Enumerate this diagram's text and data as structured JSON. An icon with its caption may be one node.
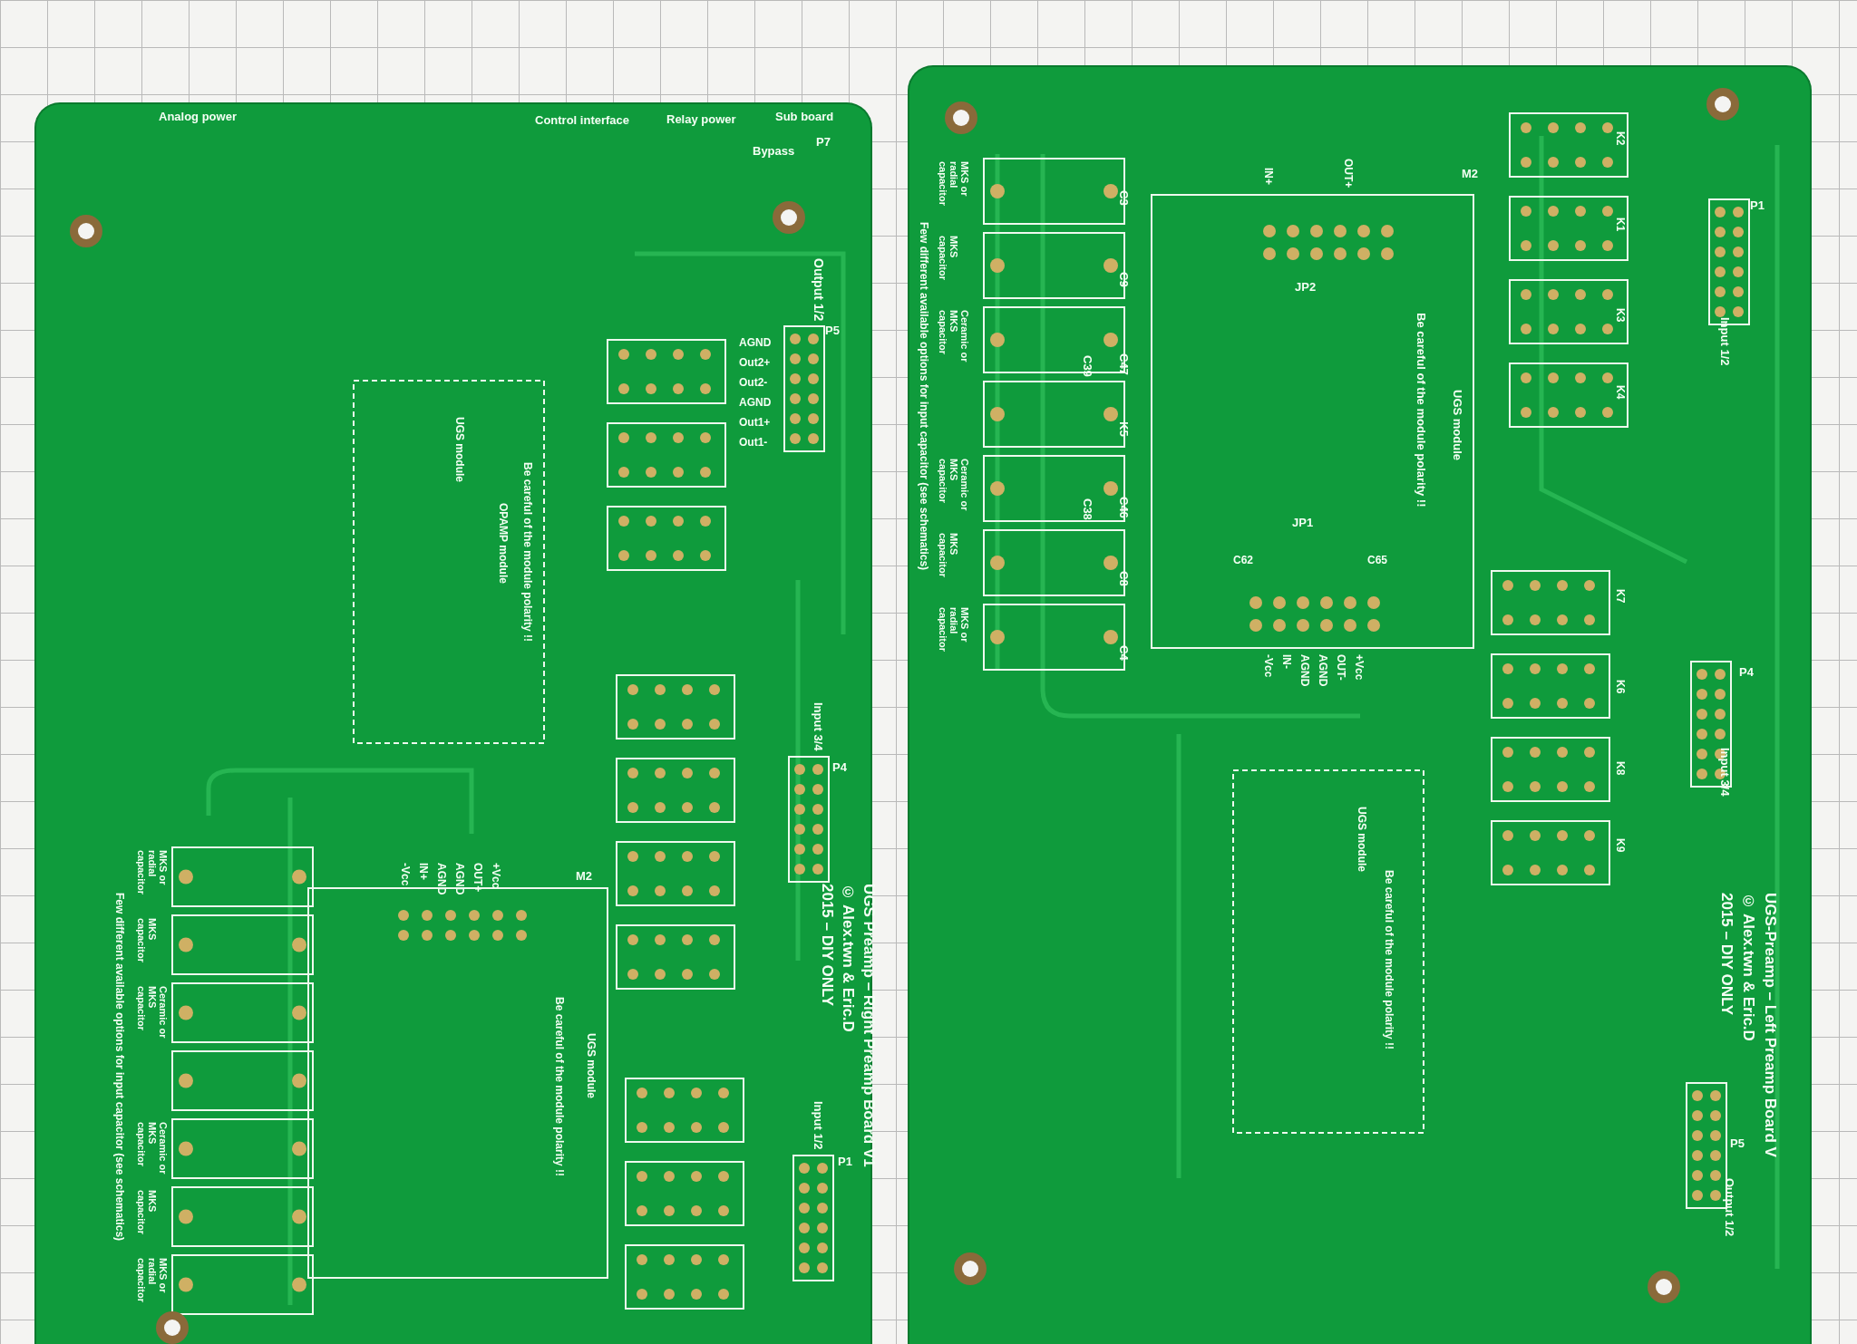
{
  "diagram": {
    "labels": [
      "Analog power",
      "Relay power",
      "Control interface",
      "Sub board",
      "Bypass",
      "P7",
      "Output 1/2",
      "P5",
      "AGND",
      "Out2+",
      "Out2-",
      "AGND",
      "Out1+",
      "Out1-",
      "OPAMP module",
      "Be careful of the module polarity !!",
      "UGS module",
      "Input 3/4",
      "P4",
      "Input 1/2",
      "P1",
      "UGS Preamp – Right Preamp Board V1",
      "© Alex.twn & Eric.D",
      "2015 – DIY ONLY",
      "M2",
      "+Vcc",
      "OUT+",
      "AGND",
      "AGND",
      "IN+",
      "-Vcc",
      "UGS module",
      "Be careful of the module polarity !!",
      "MKS or radial capacitor",
      "MKS capacitor",
      "Ceramic or MKS capacitor",
      "Ceramic or MKS capacitor",
      "MKS capacitor",
      "MKS or radial capacitor",
      "Few different available options for input capacitor (see schematics)",
      "M2",
      "IN+",
      "OUT+",
      "JP2",
      "UGS module",
      "Be careful of the module polarity !!",
      "JP1",
      "C62",
      "C65",
      "+Vcc",
      "OUT-",
      "AGND",
      "AGND",
      "IN-",
      "-Vcc",
      "MKS or radial capacitor",
      "MKS capacitor",
      "Ceramic or MKS capacitor",
      "Ceramic or MKS capacitor",
      "MKS capacitor",
      "MKS or radial capacitor",
      "Few different available options for input capacitor (see schematics)",
      "P1",
      "Input 1/2",
      "P4",
      "Input 3/4",
      "UGS module",
      "Be careful of the module polarity !!",
      "UGS-Preamp – Left Preamp Board V",
      "© Alex.twn & Eric.D",
      "2015 – DIY ONLY",
      "Output 1/2",
      "P5",
      "C3",
      "C9",
      "C47",
      "C39",
      "K5",
      "C46",
      "C38",
      "C8",
      "C4",
      "K2",
      "K1",
      "K3",
      "K4",
      "K7",
      "K6",
      "K8",
      "K9"
    ]
  }
}
